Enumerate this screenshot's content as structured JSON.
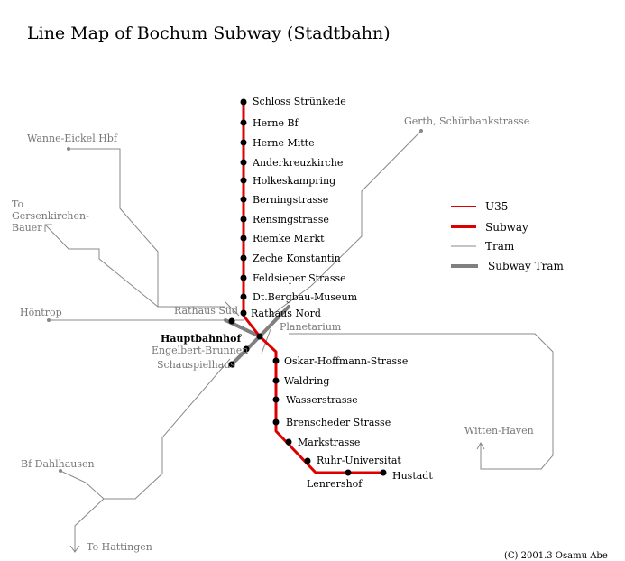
{
  "title": "Line Map of Bochum Subway (Stadtbahn)",
  "legend": {
    "u35": "U35",
    "subway": "Subway",
    "tram": "Tram",
    "subway_tram": "Subway Tram"
  },
  "colors": {
    "u35": "#dd0000",
    "tram": "#888888",
    "subway_tram": "#808080",
    "station": "#000000"
  },
  "stations_north": [
    "Schloss Strünkede",
    "Herne Bf",
    "Herne Mitte",
    "Anderkreuzkirche",
    "Holkeskampring",
    "Berningstrasse",
    "Rensingstrasse",
    "Riemke Markt",
    "Zeche Konstantin",
    "Feldsieper Strasse",
    "Dt.Bergbau-Museum",
    "Rathaus Nord"
  ],
  "stations_south": [
    "Oskar-Hoffmann-Strasse",
    "Waldring",
    "Wasserstrasse",
    "Brenscheder Strasse",
    "Markstrasse",
    "Ruhr-Universitat",
    "Lenrershof",
    "Hustadt"
  ],
  "central": {
    "hauptbahnhof": "Hauptbahnhof",
    "rathaus_sud": "Rathaus Süd",
    "planetarium": "Planetarium",
    "engelbert": "Engelbert-Brunnen",
    "schauspielhaus": "Schauspielhaus"
  },
  "tram_ends": {
    "gerth": "Gerth, Schürbankstrasse",
    "wanne": "Wanne-Eickel Hbf",
    "gersenkirchen_1": "To",
    "gersenkirchen_2": "Gersenkirchen-",
    "gersenkirchen_3": "Bauer",
    "hontrop": "Höntrop",
    "witten": "Witten-Haven",
    "dahlhausen": "Bf Dahlhausen",
    "hattingen": "To Hattingen"
  },
  "copyright": "(C) 2001.3  Osamu Abe"
}
